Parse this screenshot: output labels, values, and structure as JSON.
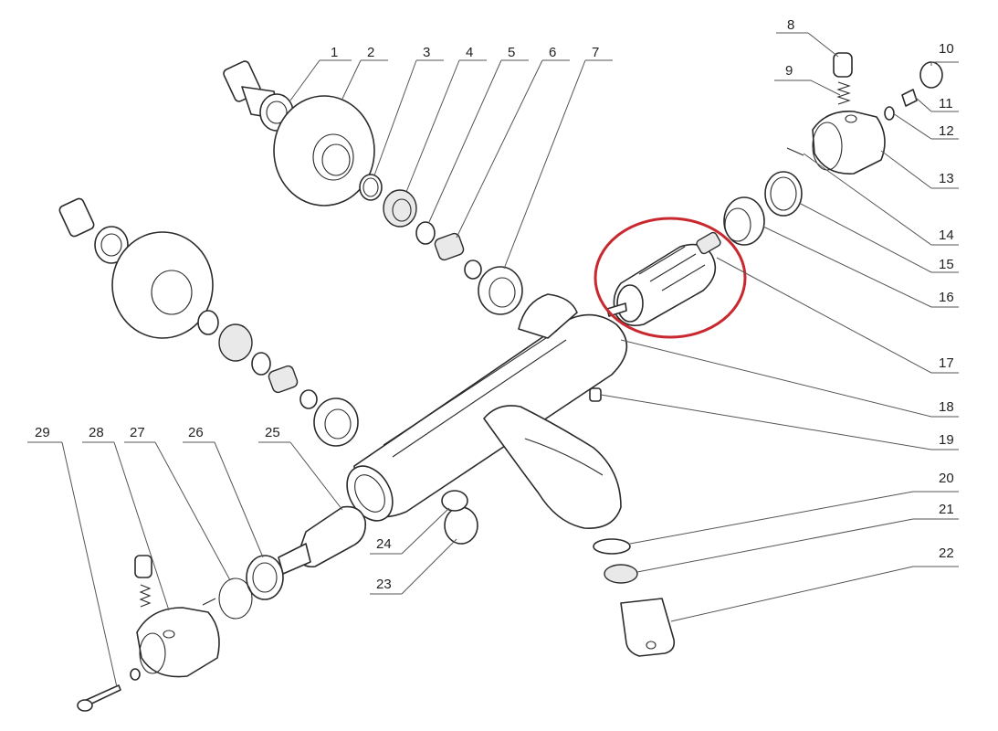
{
  "diagram": {
    "highlight_color": "#c8282e",
    "highlighted_part": "17",
    "callouts": [
      {
        "id": "1",
        "label": "1"
      },
      {
        "id": "2",
        "label": "2"
      },
      {
        "id": "3",
        "label": "3"
      },
      {
        "id": "4",
        "label": "4"
      },
      {
        "id": "5",
        "label": "5"
      },
      {
        "id": "6",
        "label": "6"
      },
      {
        "id": "7",
        "label": "7"
      },
      {
        "id": "8",
        "label": "8"
      },
      {
        "id": "9",
        "label": "9"
      },
      {
        "id": "10",
        "label": "10"
      },
      {
        "id": "11",
        "label": "11"
      },
      {
        "id": "12",
        "label": "12"
      },
      {
        "id": "13",
        "label": "13"
      },
      {
        "id": "14",
        "label": "14"
      },
      {
        "id": "15",
        "label": "15"
      },
      {
        "id": "16",
        "label": "16"
      },
      {
        "id": "17",
        "label": "17"
      },
      {
        "id": "18",
        "label": "18"
      },
      {
        "id": "19",
        "label": "19"
      },
      {
        "id": "20",
        "label": "20"
      },
      {
        "id": "21",
        "label": "21"
      },
      {
        "id": "22",
        "label": "22"
      },
      {
        "id": "23",
        "label": "23"
      },
      {
        "id": "24",
        "label": "24"
      },
      {
        "id": "25",
        "label": "25"
      },
      {
        "id": "26",
        "label": "26"
      },
      {
        "id": "27",
        "label": "27"
      },
      {
        "id": "28",
        "label": "28"
      },
      {
        "id": "29",
        "label": "29"
      }
    ]
  }
}
